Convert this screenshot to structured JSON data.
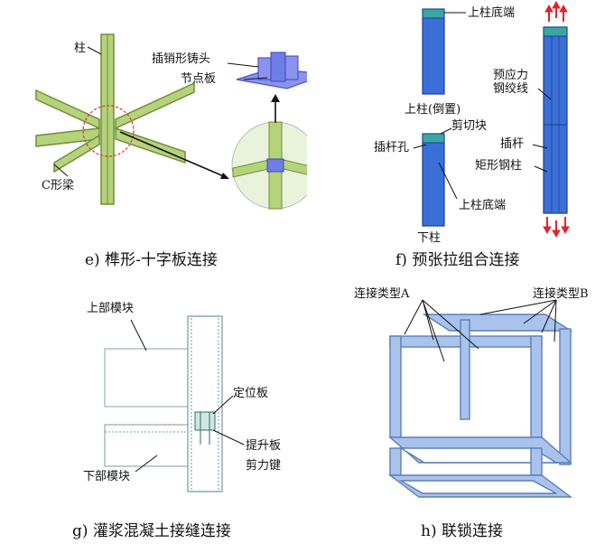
{
  "panels": {
    "e": {
      "caption": "e) 榫形-十字板连接",
      "labels": {
        "column": "柱",
        "pin_head": "插销形铸头",
        "node_plate": "节点板",
        "c_beam": "C形梁"
      }
    },
    "f": {
      "caption": "f) 预张拉组合连接",
      "labels": {
        "upper_bottom_top": "上柱底端",
        "upper_inverted": "上柱(倒置)",
        "shear_block": "剪切块",
        "rod_hole": "插杆孔",
        "upper_bottom_lower": "上柱底端",
        "lower_column": "下柱",
        "prestress_strand": "预应力钢绞线",
        "rod": "插杆",
        "rect_steel_column": "矩形钢柱"
      }
    },
    "g": {
      "caption": "g) 灌浆混凝土接缝连接",
      "labels": {
        "upper_module": "上部模块",
        "locating_plate": "定位板",
        "lifting_plate": "提升板",
        "shear_key": "剪力键",
        "lower_module": "下部模块"
      }
    },
    "h": {
      "caption": "h) 联锁连接",
      "labels": {
        "type_a": "连接类型A",
        "type_b": "连接类型B"
      }
    }
  },
  "colors": {
    "beam_green": "#b6d27a",
    "beam_dark": "#6f8f3a",
    "plate_blue": "#6f7de8",
    "column_blue": "#3a6fd8",
    "frame_blue": "#a9c3ec",
    "arrow_red": "#e0242b",
    "module_line": "#8c2a6a"
  }
}
